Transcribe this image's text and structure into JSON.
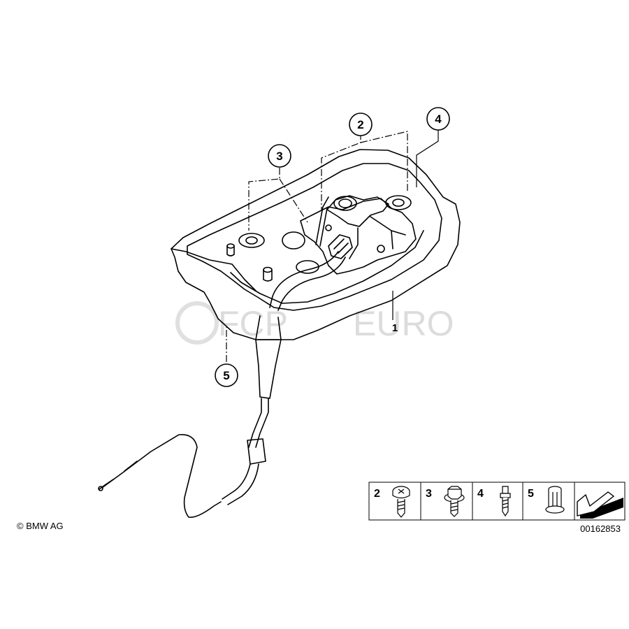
{
  "diagram": {
    "callouts": [
      {
        "id": "2",
        "label": "2"
      },
      {
        "id": "3",
        "label": "3"
      },
      {
        "id": "4",
        "label": "4"
      },
      {
        "id": "5",
        "label": "5"
      }
    ],
    "part_label_1": "1",
    "legend": {
      "items": [
        {
          "number": "2",
          "icon": "pan-head-screw-icon"
        },
        {
          "number": "3",
          "icon": "hex-bolt-icon"
        },
        {
          "number": "4",
          "icon": "stud-screw-icon"
        },
        {
          "number": "5",
          "icon": "nut-rivet-icon"
        }
      ],
      "direction_icon": "forward-arrow-icon"
    },
    "copyright": "© BMW AG",
    "diagram_number": "00162853",
    "watermark": {
      "brand_a": "FCP",
      "brand_b": "EURO"
    }
  }
}
